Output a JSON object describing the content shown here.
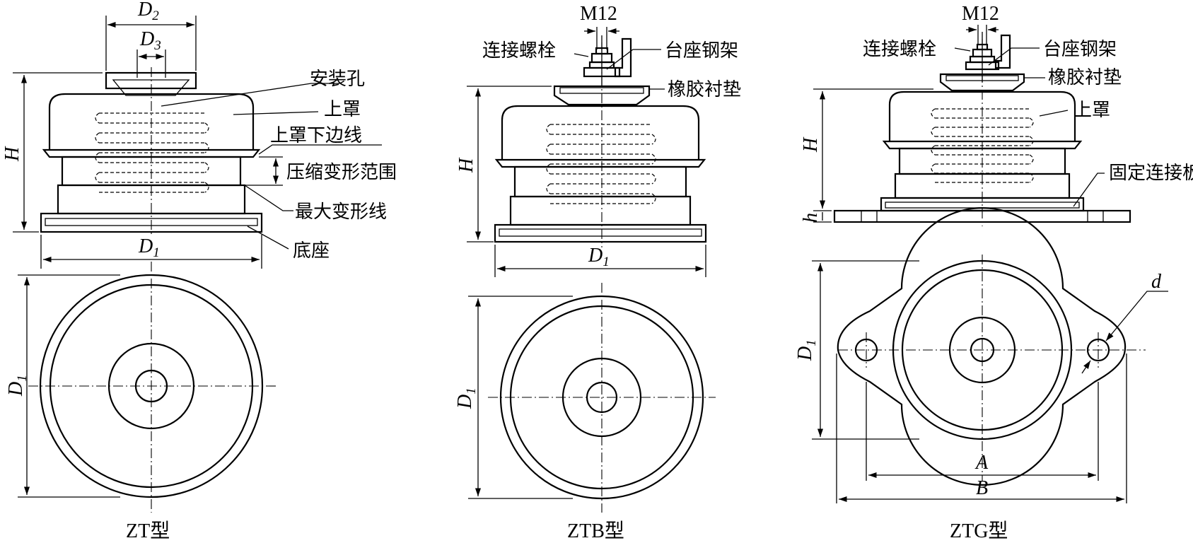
{
  "views": {
    "zt": {
      "caption": "ZT型",
      "labels": {
        "mount_hole": "安装孔",
        "upper_cover": "上罩",
        "cover_lower_edge": "上罩下边线",
        "compression_range": "压缩变形范围",
        "max_deform_line": "最大变形线",
        "base": "底座"
      },
      "dims": {
        "d2": "D",
        "d2_sub": "2",
        "d3": "D",
        "d3_sub": "3",
        "h": "H",
        "d1": "D",
        "d1_sub": "1",
        "d1_plan": "D",
        "d1_plan_sub": "1"
      }
    },
    "ztb": {
      "caption": "ZTB型",
      "labels": {
        "bolt_size": "M12",
        "connecting_bolt": "连接螺栓",
        "steel_frame": "台座钢架",
        "rubber_pad": "橡胶衬垫"
      },
      "dims": {
        "h": "H",
        "d1": "D",
        "d1_sub": "1",
        "d1_plan": "D",
        "d1_plan_sub": "1"
      }
    },
    "ztg": {
      "caption": "ZTG型",
      "labels": {
        "bolt_size": "M12",
        "connecting_bolt": "连接螺栓",
        "steel_frame": "台座钢架",
        "rubber_pad": "橡胶衬垫",
        "upper_cover": "上罩",
        "fixing_plate": "固定连接板"
      },
      "dims": {
        "h_big": "H",
        "h_small": "h",
        "d1": "D",
        "d1_sub": "1",
        "d": "d",
        "a": "A",
        "b": "B"
      }
    }
  }
}
